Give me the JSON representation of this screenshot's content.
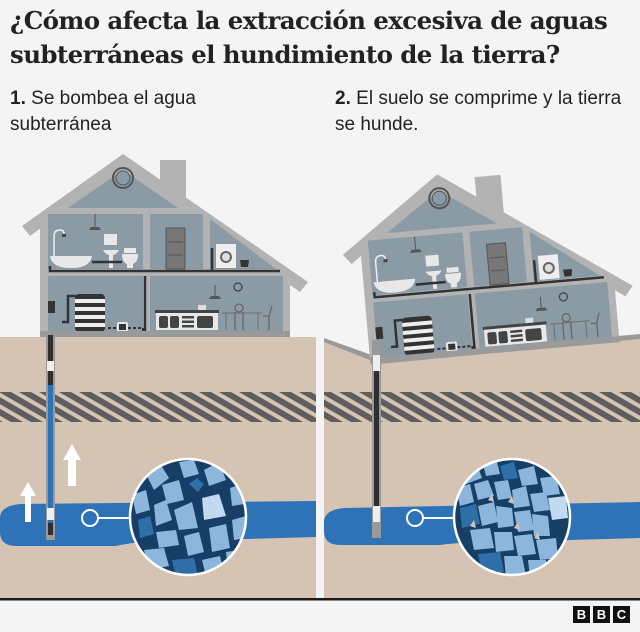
{
  "title": "¿Cómo afecta la extracción excesiva de aguas subterráneas el hundimiento de la tierra?",
  "steps": [
    {
      "number": "1.",
      "text": "Se bombea el agua subterránea"
    },
    {
      "number": "2.",
      "text": "El suelo se comprime y la tierra se hunde."
    }
  ],
  "panels": [
    {
      "id": "pumping",
      "house_state": "level",
      "arrows": 2,
      "magnifier": "aquifer-grains-spaced"
    },
    {
      "id": "subsidence",
      "house_state": "tilted",
      "arrows": 0,
      "magnifier": "aquifer-grains-compressed"
    }
  ],
  "logo": {
    "letters": [
      "B",
      "B",
      "C"
    ]
  },
  "colors": {
    "background": "#f4f4f4",
    "ground": "#d5c4b3",
    "water": "#2e73b8",
    "house_wall": "#b3b3b3",
    "room": "#8a9ba6",
    "hatch": "#5e5e5e",
    "grain_dark": "#173e66",
    "grain_light": "#8db6dd"
  }
}
